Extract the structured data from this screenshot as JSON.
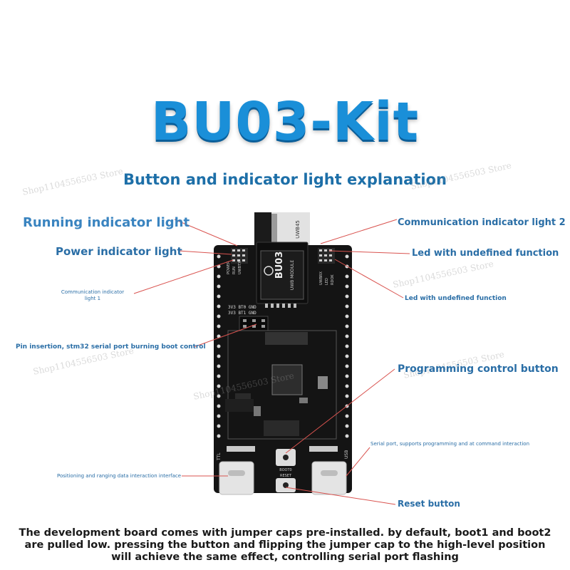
{
  "title": "BU03-Kit",
  "subtitle": "Button and indicator light explanation",
  "labels": {
    "running_indicator": "Running indicator light",
    "power_indicator": "Power indicator light",
    "comm_indicator_1": "Communication indicator light 1",
    "pin_insertion": "Pin insertion, stm32 serial port burning boot control",
    "positioning_interface": "Positioning and ranging data interaction interface",
    "comm_indicator_2": "Communication indicator light 2",
    "led_undefined_1": "Led with undefined function",
    "led_undefined_2": "Led with undefined function",
    "programming_button": "Programming control button",
    "serial_port": "Serial port, supports programming and at command interaction",
    "reset_button": "Reset button"
  },
  "board": {
    "module_name": "BU03",
    "module_sub": "UWB MODULE",
    "antenna": "UWB45",
    "silk_power": "POWER",
    "silk_run": "RUN",
    "silk_uwbtx": "UWBTX",
    "silk_uwbrx": "UWBRX",
    "silk_led": "LED",
    "silk_rdok": "RDOK",
    "boot_row1": "3V3 BT0 GND",
    "boot_row2": "3V3 BT1 GND",
    "silk_ttl": "TTL",
    "silk_usb": "USB",
    "silk_boot0": "BOOT0",
    "silk_reset": "RESET"
  },
  "footer": "The development board comes with jumper caps pre-installed. by default, boot1 and boot2 are pulled low. pressing the button and flipping the jumper cap to the high-level position will achieve the same effect, controlling serial port flashing",
  "colors": {
    "title": "#1a8fd8",
    "label": "#2a6ea6",
    "leader": "#d9534f",
    "board": "#111111"
  }
}
